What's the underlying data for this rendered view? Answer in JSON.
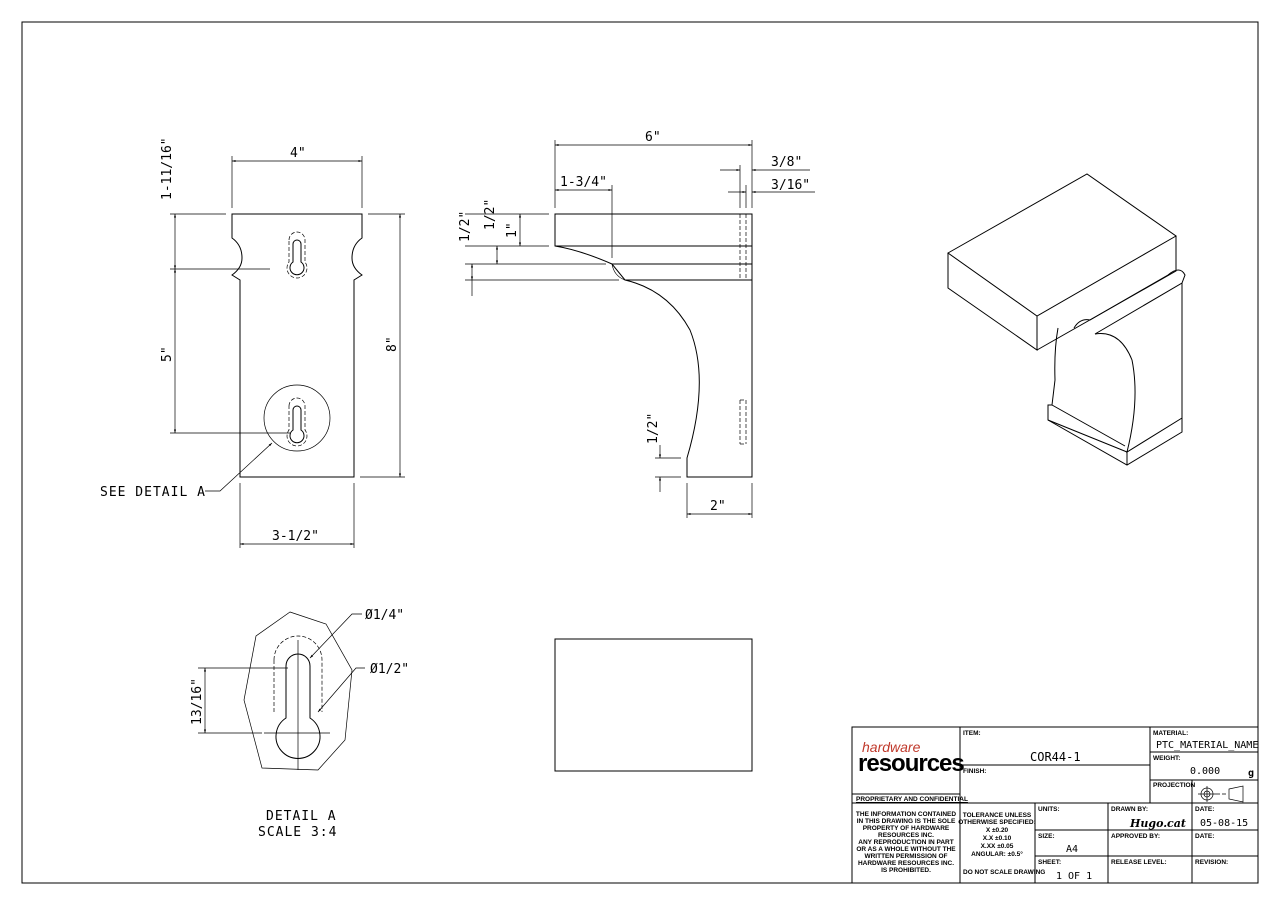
{
  "views": {
    "front": {
      "dim_top_width": "4\"",
      "dim_overall_height": "8\"",
      "dim_top_step": "1-11/16\"",
      "dim_hole_spacing": "5\"",
      "dim_bottom_width": "3-1/2\"",
      "callout": "SEE DETAIL A"
    },
    "side": {
      "dim_depth": "6\"",
      "dim_3_8": "3/8\"",
      "dim_3_16": "3/16\"",
      "dim_1_3_4": "1-3/4\"",
      "dim_1_2_a": "1/2\"",
      "dim_1_2_b": "1/2\"",
      "dim_1": "1\"",
      "dim_1_2_c": "1/2\"",
      "dim_2": "2\""
    },
    "detail": {
      "dim_phi_1_4": "Ø1/4\"",
      "dim_phi_1_2": "Ø1/2\"",
      "dim_13_16": "13/16\"",
      "title_line1": "DETAIL A",
      "title_line2": "SCALE 3:4"
    }
  },
  "title_block": {
    "logo_top": "hardware",
    "logo_bottom": "resources",
    "proprietary": "PROPRIETARY AND CONFIDENTIAL",
    "notice": [
      "THE INFORMATION CONTAINED",
      "IN THIS DRAWING IS THE SOLE",
      "PROPERTY OF HARDWARE",
      "RESOURCES INC.",
      "ANY REPRODUCTION IN PART",
      "OR AS A WHOLE WITHOUT THE",
      "WRITTEN PERMISSION OF",
      "HARDWARE RESOURCES INC.",
      "IS PROHIBITED."
    ],
    "item_label": "ITEM:",
    "item_value": "COR44-1",
    "finish_label": "FINISH:",
    "material_label": "MATERIAL:",
    "material_value": "PTC_MATERIAL_NAME",
    "weight_label": "WEIGHT:",
    "weight_value": "0.000",
    "weight_unit": "g",
    "projection_label": "PROJECTION",
    "tolerance": [
      "TOLERANCE UNLESS",
      "OTHERWISE SPECIFIED:",
      "X    ±0.20",
      "X.X   ±0.10",
      "X.XX  ±0.05",
      "ANGULAR: ±0.5°"
    ],
    "no_scale": "DO NOT SCALE DRAWING",
    "units_label": "UNITS:",
    "size_label": "SIZE:",
    "size_value": "A4",
    "sheet_label": "SHEET:",
    "sheet_value": "1 OF 1",
    "drawn_by_label": "DRAWN BY:",
    "drawn_by_value": "Hugo.cat",
    "approved_by_label": "APPROVED BY:",
    "release_label": "RELEASE LEVEL:",
    "date_label": "DATE:",
    "date_value": "05-08-15",
    "date2_label": "DATE:",
    "revision_label": "REVISION:"
  }
}
